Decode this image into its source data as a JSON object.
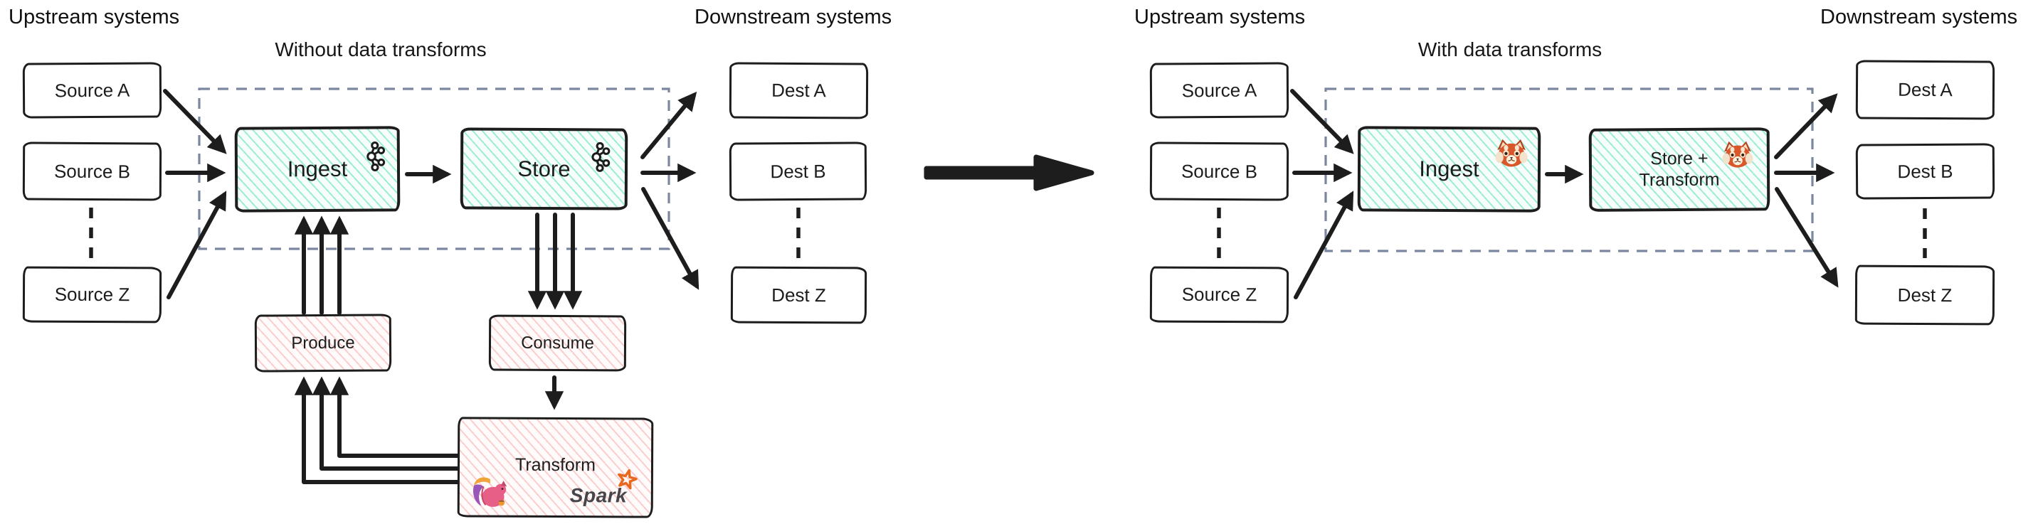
{
  "palette": {
    "ink": "#1d1d1d",
    "teal_hatch": "#50e2b5",
    "pink_hatch": "#f69696",
    "cluster_dash": "#7b87a1",
    "spark_orange": "#e8681f",
    "flink_pink": "#e75f86",
    "flink_purple": "#9a55b8",
    "panda_orange": "#d9572b"
  },
  "left": {
    "title": "Without data transforms",
    "upstream_label": "Upstream systems",
    "downstream_label": "Downstream systems",
    "sources": [
      "Source A",
      "Source B",
      "Source Z"
    ],
    "dests": [
      "Dest A",
      "Dest B",
      "Dest Z"
    ],
    "ingest_label": "Ingest",
    "ingest_icon": "kafka",
    "store_label": "Store",
    "store_icon": "kafka",
    "produce_label": "Produce",
    "consume_label": "Consume",
    "transform_label": "Transform",
    "transform_icons": [
      "flink-squirrel",
      "spark-star"
    ],
    "spark_label": "Spark"
  },
  "right": {
    "title": "With data transforms",
    "upstream_label": "Upstream systems",
    "downstream_label": "Downstream systems",
    "sources": [
      "Source A",
      "Source B",
      "Source Z"
    ],
    "dests": [
      "Dest A",
      "Dest B",
      "Dest Z"
    ],
    "ingest_label": "Ingest",
    "ingest_icon": "redpanda",
    "store_transform_line1": "Store +",
    "store_transform_line2": "Transform",
    "store_transform_icon": "redpanda"
  }
}
